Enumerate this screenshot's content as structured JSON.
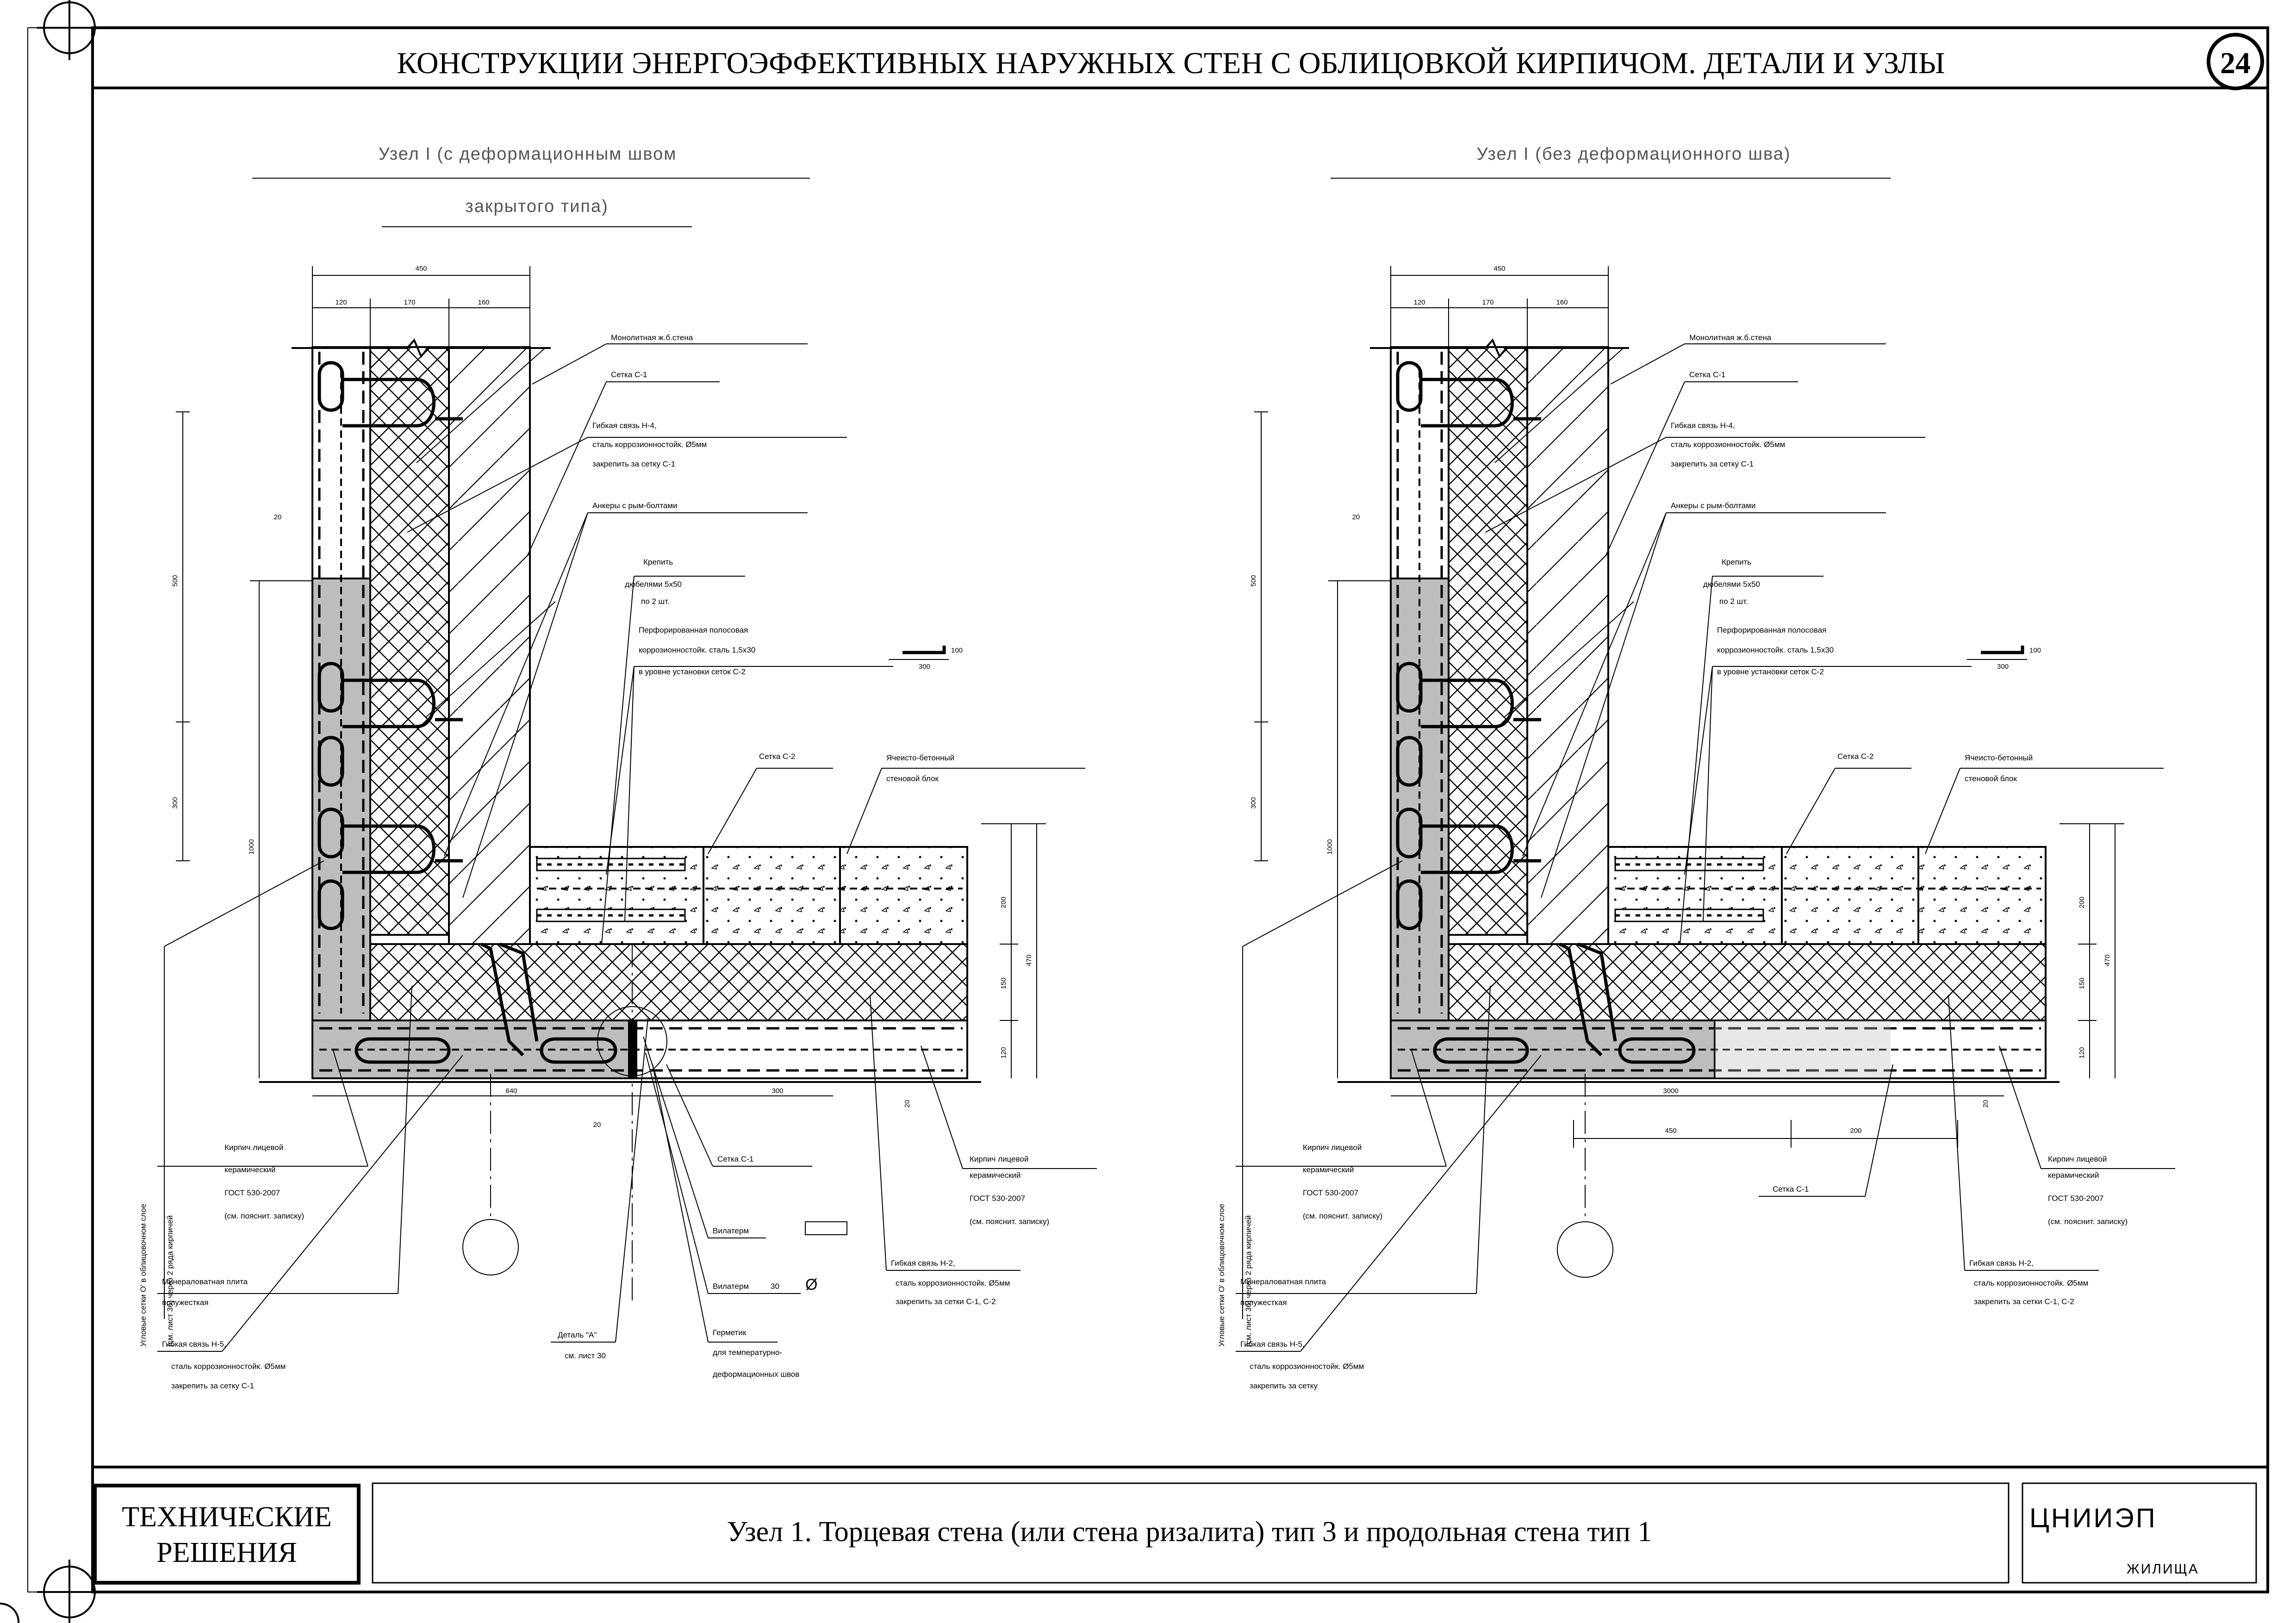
{
  "sheet": {
    "title": "КОНСТРУКЦИИ ЭНЕРГОЭФФЕКТИВНЫХ НАРУЖНЫХ СТЕН С ОБЛИЦОВКОЙ КИРПИЧОМ. ДЕТАЛИ И УЗЛЫ",
    "page_number": "24"
  },
  "left_detail": {
    "title_line1": "Узел I (с деформационным швом",
    "title_line2": "закрытого типа)",
    "dims_top": {
      "total": "450",
      "d1": "120",
      "d2": "170",
      "d3": "160"
    },
    "dims_side": {
      "v20": "20",
      "v500": "500",
      "v300": "300",
      "v1000": "1000"
    },
    "dims_right": {
      "r200": "200",
      "r150": "150",
      "r120": "120",
      "r470": "470"
    },
    "dims_bottom": {
      "b640": "640",
      "b300": "300",
      "b20a": "20",
      "b20b": "20"
    },
    "plate_dims": {
      "p100": "100",
      "p300": "300"
    },
    "callouts": {
      "monolith": "Монолитная ж.б.стена",
      "mesh_c1": "Сетка С-1",
      "tie_h4_l1": "Гибкая связь Н-4,",
      "tie_h4_l2": "сталь коррозионностойк. Ø5мм",
      "tie_h4_l3": "закрепить за сетку С-1",
      "anchors": "Анкеры с рым-болтами",
      "fix_l1": "Крепить",
      "fix_l2": "дюбелями 5х50",
      "fix_l3": "по 2 шт.",
      "perf_l1": "Перфорированная полосовая",
      "perf_l2": "коррозионностойк. сталь 1,5х30",
      "perf_l3": "в уровне установки сеток С-2",
      "mesh_c2": "Сетка С-2",
      "aerated_l1": "Ячеисто-бетонный",
      "aerated_l2": "стеновой блок",
      "brick_left_l1": "Кирпич лицевой",
      "brick_left_l2": "керамический",
      "brick_left_l3": "ГОСТ 530-2007",
      "brick_left_l4": "(см. пояснит. записку)",
      "mesh_c1_bottom": "Сетка С-1",
      "brick_right_l1": "Кирпич лицевой",
      "brick_right_l2": "керамический",
      "brick_right_l3": "ГОСТ 530-2007",
      "brick_right_l4": "(см. пояснит. записку)",
      "vilaterm1": "Вилатерм",
      "vilaterm2": "Вилатерм",
      "vilaterm2_size": "30",
      "vilaterm2_sym": "Ø",
      "mineral_l1": "Минераловатная плита",
      "mineral_l2": "полужесткая",
      "tie_h2_l1": "Гибкая связь Н-2,",
      "tie_h2_l2": "сталь коррозионностойк. Ø5мм",
      "tie_h2_l3": "закрепить за сетки С-1, С-2",
      "tie_h5_l1": "Гибкая связь Н-5,",
      "tie_h5_l2": "сталь коррозионностойк. Ø5мм",
      "tie_h5_l3": "закрепить за сетку С-1",
      "detail_a_l1": "Деталь \"А\"",
      "detail_a_l2": "см. лист 30",
      "sealant_l1": "Герметик",
      "sealant_l2": "для температурно-",
      "sealant_l3": "деформационных швов"
    },
    "rotated_note_l1": "Угловые сетки О' в облицовочном слое",
    "rotated_note_l2": "(см. лист 36) через 2 ряда кирпичей"
  },
  "right_detail": {
    "title": "Узел I (без деформационного шва)",
    "dims_top": {
      "total": "450",
      "d1": "120",
      "d2": "170",
      "d3": "160"
    },
    "dims_side": {
      "v20": "20",
      "v500": "500",
      "v300": "300",
      "v1000": "1000"
    },
    "dims_right": {
      "r200": "200",
      "r150": "150",
      "r120": "120",
      "r470": "470"
    },
    "dims_bottom": {
      "b3000": "3000",
      "b450": "450",
      "b200": "200",
      "b20": "20"
    },
    "plate_dims": {
      "p100": "100",
      "p300": "300"
    },
    "callouts": {
      "monolith": "Монолитная ж.б.стена",
      "mesh_c1": "Сетка С-1",
      "tie_h4_l1": "Гибкая связь Н-4,",
      "tie_h4_l2": "сталь коррозионностойк. Ø5мм",
      "tie_h4_l3": "закрепить за сетку С-1",
      "anchors": "Анкеры с рым-болтами",
      "fix_l1": "Крепить",
      "fix_l2": "дюбелями 5х50",
      "fix_l3": "по 2 шт.",
      "perf_l1": "Перфорированная полосовая",
      "perf_l2": "коррозионностойк. сталь 1,5х30",
      "perf_l3": "в уровне установки сеток С-2",
      "mesh_c2": "Сетка С-2",
      "aerated_l1": "Ячеисто-бетонный",
      "aerated_l2": "стеновой блок",
      "brick_left_l1": "Кирпич лицевой",
      "brick_left_l2": "керамический",
      "brick_left_l3": "ГОСТ 530-2007",
      "brick_left_l4": "(см. пояснит. записку)",
      "mesh_c1_bottom": "Сетка С-1",
      "brick_right_l1": "Кирпич лицевой",
      "brick_right_l2": "керамический",
      "brick_right_l3": "ГОСТ 530-2007",
      "brick_right_l4": "(см. пояснит. записку)",
      "mineral_l1": "Минераловатная плита",
      "mineral_l2": "полужесткая",
      "tie_h2_l1": "Гибкая связь Н-2,",
      "tie_h2_l2": "сталь коррозионностойк. Ø5мм",
      "tie_h2_l3": "закрепить за сетки С-1, С-2",
      "tie_h5_l1": "Гибкая связь Н-5,",
      "tie_h5_l2": "сталь коррозионностойк. Ø5мм",
      "tie_h5_l3": "закрепить за сетку"
    },
    "rotated_note_l1": "Угловые сетки О' в облицовочном слое",
    "rotated_note_l2": "(см. лист 36) через 2 ряда кирпичей"
  },
  "footer": {
    "left_line1": "ТЕХНИЧЕСКИЕ",
    "left_line2": "РЕШЕНИЯ",
    "center": "Узел 1. Торцевая стена (или стена ризалита) тип 3 и продольная стена тип 1",
    "org": "ЦНИИЭП",
    "org_sub": "ЖИЛИЩА"
  },
  "colors": {
    "fill_gray": "#bdbdbd",
    "line": "#000000"
  }
}
